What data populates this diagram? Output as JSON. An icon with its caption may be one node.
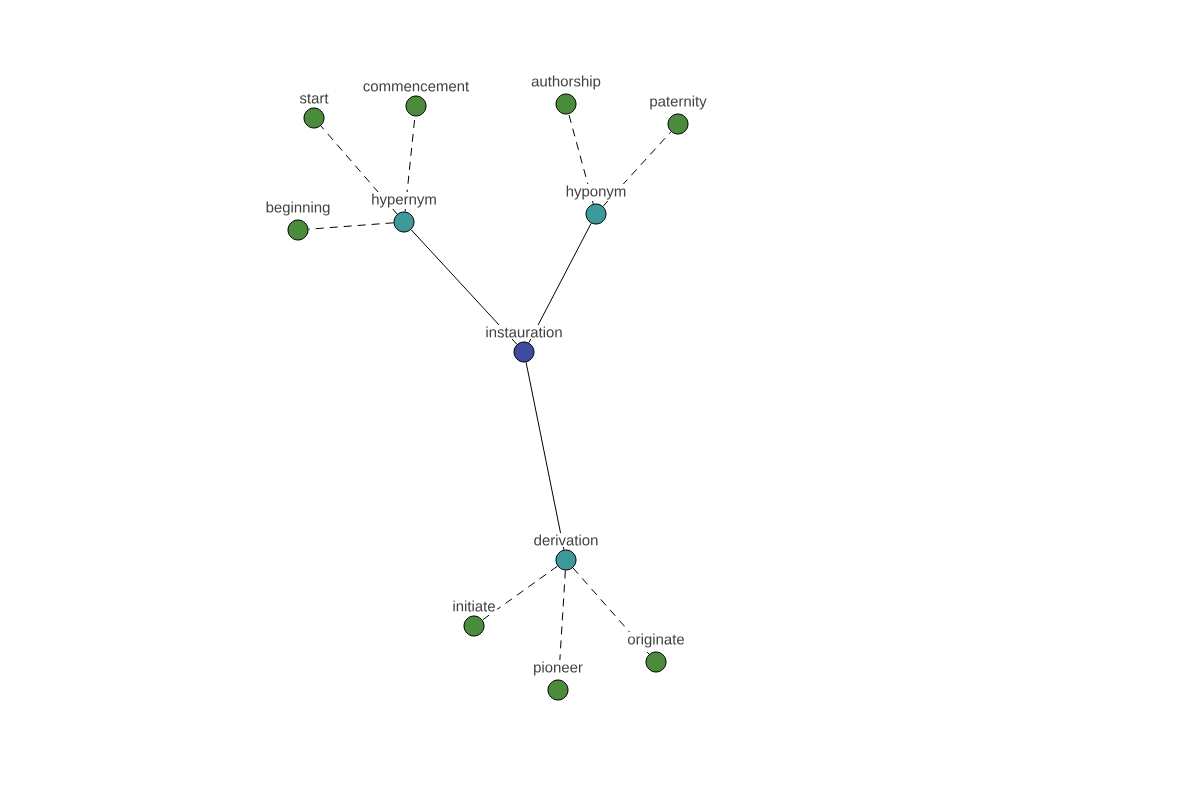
{
  "diagram": {
    "nodes": [
      {
        "text": [
          "instauration"
        ]
      },
      {
        "text": [
          "hypernym"
        ]
      },
      {
        "text": [
          "hyponym"
        ]
      },
      {
        "text": [
          "derivation"
        ]
      },
      {
        "text": [
          "start"
        ]
      },
      {
        "text": [
          "commencement"
        ]
      },
      {
        "text": [
          "beginning"
        ]
      },
      {
        "text": [
          "authorship"
        ]
      },
      {
        "text": [
          "paternity"
        ]
      },
      {
        "text": [
          "initiate"
        ]
      },
      {
        "text": [
          "pioneer"
        ]
      },
      {
        "text": [
          "originate"
        ]
      }
    ],
    "edges": [
      {
        "from": 0,
        "to": 1,
        "arrow": "none"
      },
      {
        "from": 0,
        "to": 2,
        "arrow": "none"
      },
      {
        "from": 0,
        "to": 3,
        "arrow": "none"
      },
      {
        "from": 1,
        "to": 4,
        "arrow": "none",
        "style": "dashed"
      },
      {
        "from": 1,
        "to": 5,
        "arrow": "none",
        "style": "dashed"
      },
      {
        "from": 1,
        "to": 6,
        "arrow": "none",
        "style": "dashed"
      },
      {
        "from": 2,
        "to": 7,
        "arrow": "none",
        "style": "dashed"
      },
      {
        "from": 2,
        "to": 8,
        "arrow": "none",
        "style": "dashed"
      },
      {
        "from": 3,
        "to": 9,
        "arrow": "none",
        "style": "dashed"
      },
      {
        "from": 3,
        "to": 10,
        "arrow": "none",
        "style": "dashed"
      },
      {
        "from": 3,
        "to": 11,
        "arrow": "none",
        "style": "dashed"
      }
    ]
  }
}
